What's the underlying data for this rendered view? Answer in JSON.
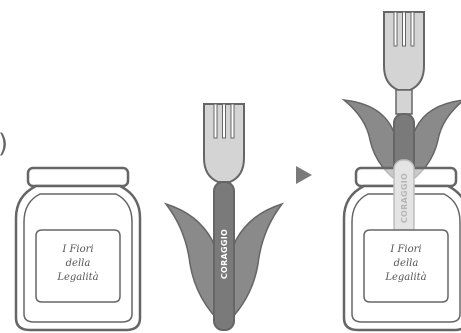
{
  "jar_label": {
    "line1": "I Fiori",
    "line2": "della",
    "line3": "Legalità"
  },
  "handle_word": "CORAGGIO",
  "handle_word_overlay": "CORAGGIO",
  "arrow": "play-arrow",
  "partial_char": ")",
  "colors": {
    "outline": "#666666",
    "jar_fill": "#ffffff",
    "fork_fill": "#d4d4d4",
    "petal_fill": "#8a8a8a",
    "handle_fill": "#7a7a7a",
    "word_light": "#ffffff",
    "word_ghost": "#b5b5b5",
    "arrow_fill": "#7a7a7a"
  }
}
